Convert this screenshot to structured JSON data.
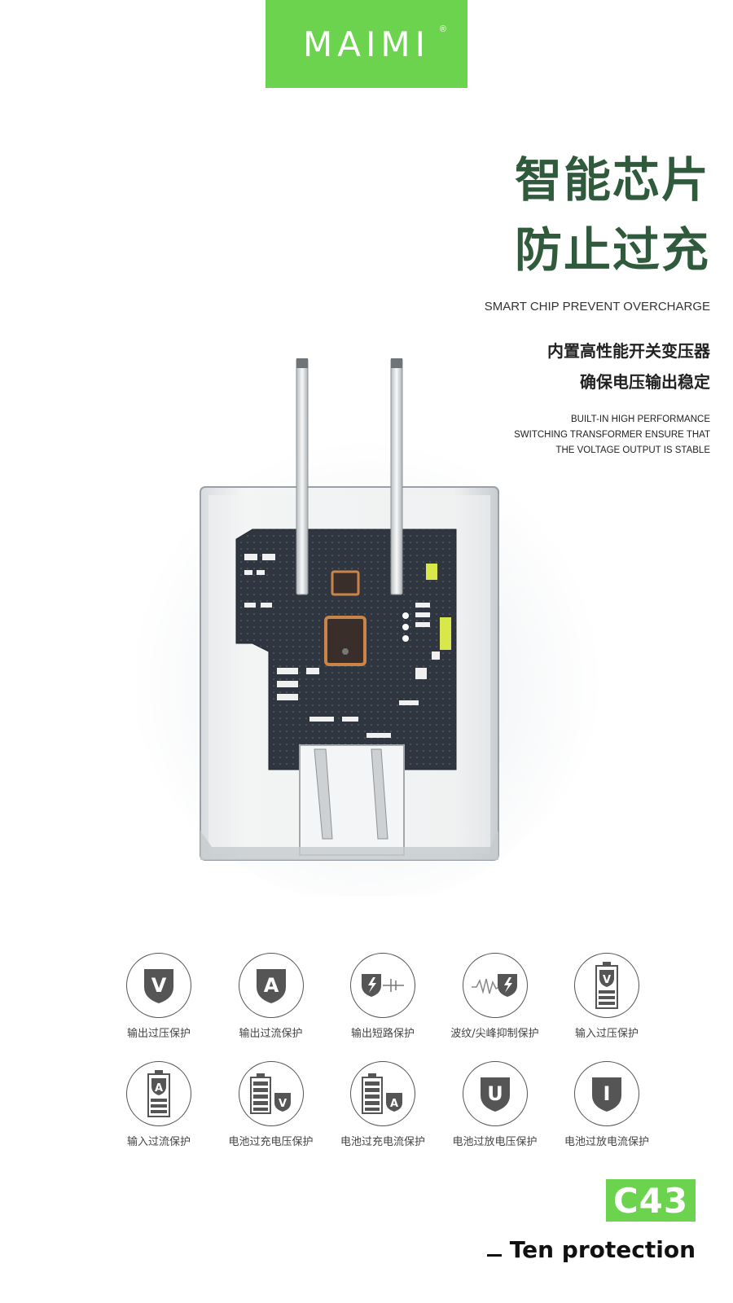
{
  "brand": {
    "logo_text": "MAIMI",
    "registered": "®",
    "accent_color": "#6cd34f"
  },
  "headline": {
    "line1": "智能芯片",
    "line2": "防止过充",
    "color": "#2f5a3b"
  },
  "subtitle_en": "SMART CHIP PREVENT OVERCHARGE",
  "subtitle_zh": {
    "line1": "内置高性能开关变压器",
    "line2": "确保电压输出稳定"
  },
  "description_en": {
    "line1": "BUILT-IN HIGH PERFORMANCE",
    "line2": "SWITCHING TRANSFORMER ENSURE THAT",
    "line3": "THE VOLTAGE OUTPUT IS STABLE"
  },
  "protections": [
    {
      "label": "输出过压保护",
      "icon": "shield-v-icon",
      "glyph": "V"
    },
    {
      "label": "输出过流保护",
      "icon": "shield-a-icon",
      "glyph": "A"
    },
    {
      "label": "输出短路保护",
      "icon": "short-circuit-icon",
      "glyph": ""
    },
    {
      "label": "波纹/尖峰抑制保护",
      "icon": "ripple-spike-icon",
      "glyph": ""
    },
    {
      "label": "输入过压保护",
      "icon": "battery-v-icon",
      "glyph": "V"
    },
    {
      "label": "输入过流保护",
      "icon": "battery-a-icon",
      "glyph": "A"
    },
    {
      "label": "电池过充电压保护",
      "icon": "battery-charge-v-icon",
      "glyph": "V"
    },
    {
      "label": "电池过充电流保护",
      "icon": "battery-charge-a-icon",
      "glyph": "A"
    },
    {
      "label": "电池过放电压保护",
      "icon": "shield-u-icon",
      "glyph": "U"
    },
    {
      "label": "电池过放电流保护",
      "icon": "shield-i-icon",
      "glyph": "I"
    }
  ],
  "model": "C43",
  "tagline": "Ten protection"
}
